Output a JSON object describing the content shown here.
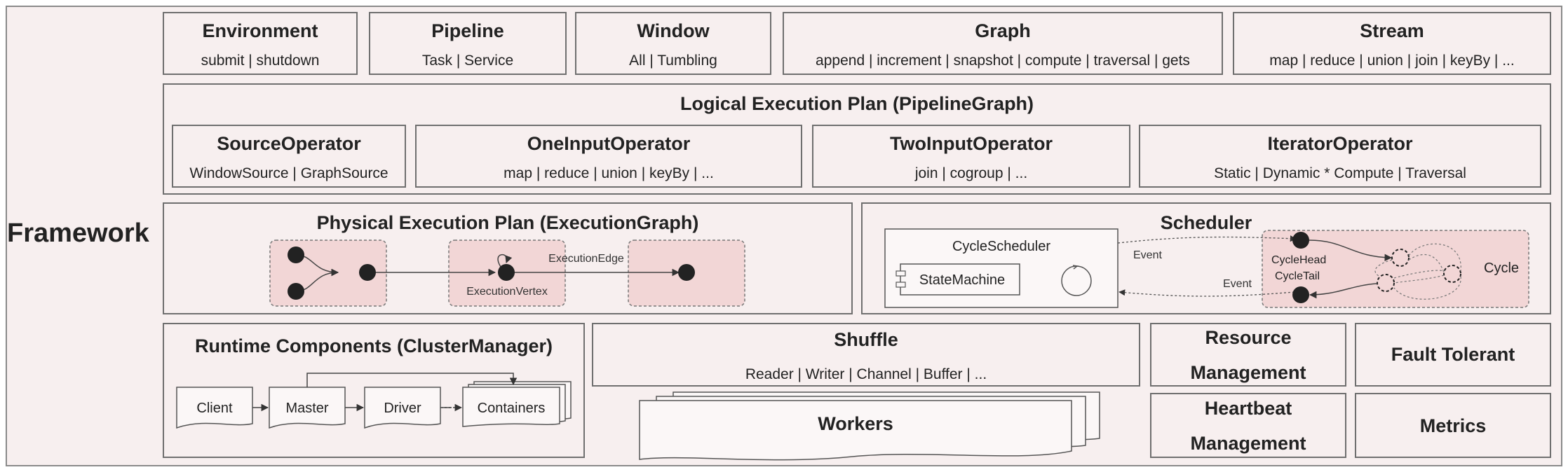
{
  "framework_label": "Framework",
  "api_row": [
    {
      "title": "Environment",
      "sub": "submit | shutdown"
    },
    {
      "title": "Pipeline",
      "sub": "Task | Service"
    },
    {
      "title": "Window",
      "sub": "All | Tumbling"
    },
    {
      "title": "Graph",
      "sub": "append | increment | snapshot | compute | traversal | gets"
    },
    {
      "title": "Stream",
      "sub": "map | reduce | union | join | keyBy | ..."
    }
  ],
  "logical_plan": {
    "title": "Logical Execution Plan (PipelineGraph)",
    "operators": [
      {
        "title": "SourceOperator",
        "sub": "WindowSource | GraphSource"
      },
      {
        "title": "OneInputOperator",
        "sub": "map | reduce | union | keyBy | ..."
      },
      {
        "title": "TwoInputOperator",
        "sub": "join | cogroup | ..."
      },
      {
        "title": "IteratorOperator",
        "sub": "Static | Dynamic * Compute | Traversal"
      }
    ]
  },
  "physical_plan": {
    "title": "Physical Execution Plan (ExecutionGraph)",
    "edge_label": "ExecutionEdge",
    "vertex_label": "ExecutionVertex"
  },
  "scheduler": {
    "title": "Scheduler",
    "cycle_scheduler": "CycleScheduler",
    "state_machine": "StateMachine",
    "event_top": "Event",
    "event_bottom": "Event",
    "cycle_head": "CycleHead",
    "cycle_tail": "CycleTail",
    "cycle": "Cycle"
  },
  "runtime": {
    "title": "Runtime Components (ClusterManager)",
    "nodes": [
      "Client",
      "Master",
      "Driver",
      "Containers"
    ]
  },
  "shuffle": {
    "title": "Shuffle",
    "sub": "Reader | Writer | Channel | Buffer | ..."
  },
  "workers": "Workers",
  "resource_management": {
    "line1": "Resource",
    "line2": "Management"
  },
  "fault_tolerant": "Fault Tolerant",
  "heartbeat_management": {
    "line1": "Heartbeat",
    "line2": "Management"
  },
  "metrics": "Metrics",
  "colors": {
    "background": "#f7efef",
    "highlight": "#f2d6d6",
    "border": "#6f6f6f",
    "node": "#222222"
  }
}
